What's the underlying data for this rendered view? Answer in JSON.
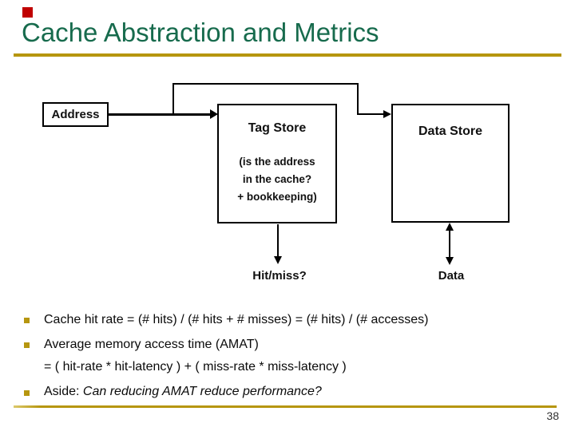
{
  "title": "Cache Abstraction and Metrics",
  "page_number": "38",
  "colors": {
    "title_green": "#176b4d",
    "gold": "#b6960f",
    "red_marker": "#c00000",
    "text": "#0a0a0a"
  },
  "diagram": {
    "address": "Address",
    "tag_store": "Tag Store",
    "tag_note_line1": "(is the address",
    "tag_note_line2": "in the cache?",
    "tag_note_line3": "+ bookkeeping)",
    "data_store": "Data Store",
    "hit_miss": "Hit/miss?",
    "data_out": "Data"
  },
  "bullets": {
    "item1": "Cache hit rate = (# hits) / (# hits + # misses) = (# hits) / (# accesses)",
    "item2": "Average memory access time (AMAT)",
    "formula": "= ( hit-rate * hit-latency ) + ( miss-rate * miss-latency )",
    "aside_prefix": "Aside: ",
    "aside_italic": "Can reducing AMAT reduce performance?"
  }
}
